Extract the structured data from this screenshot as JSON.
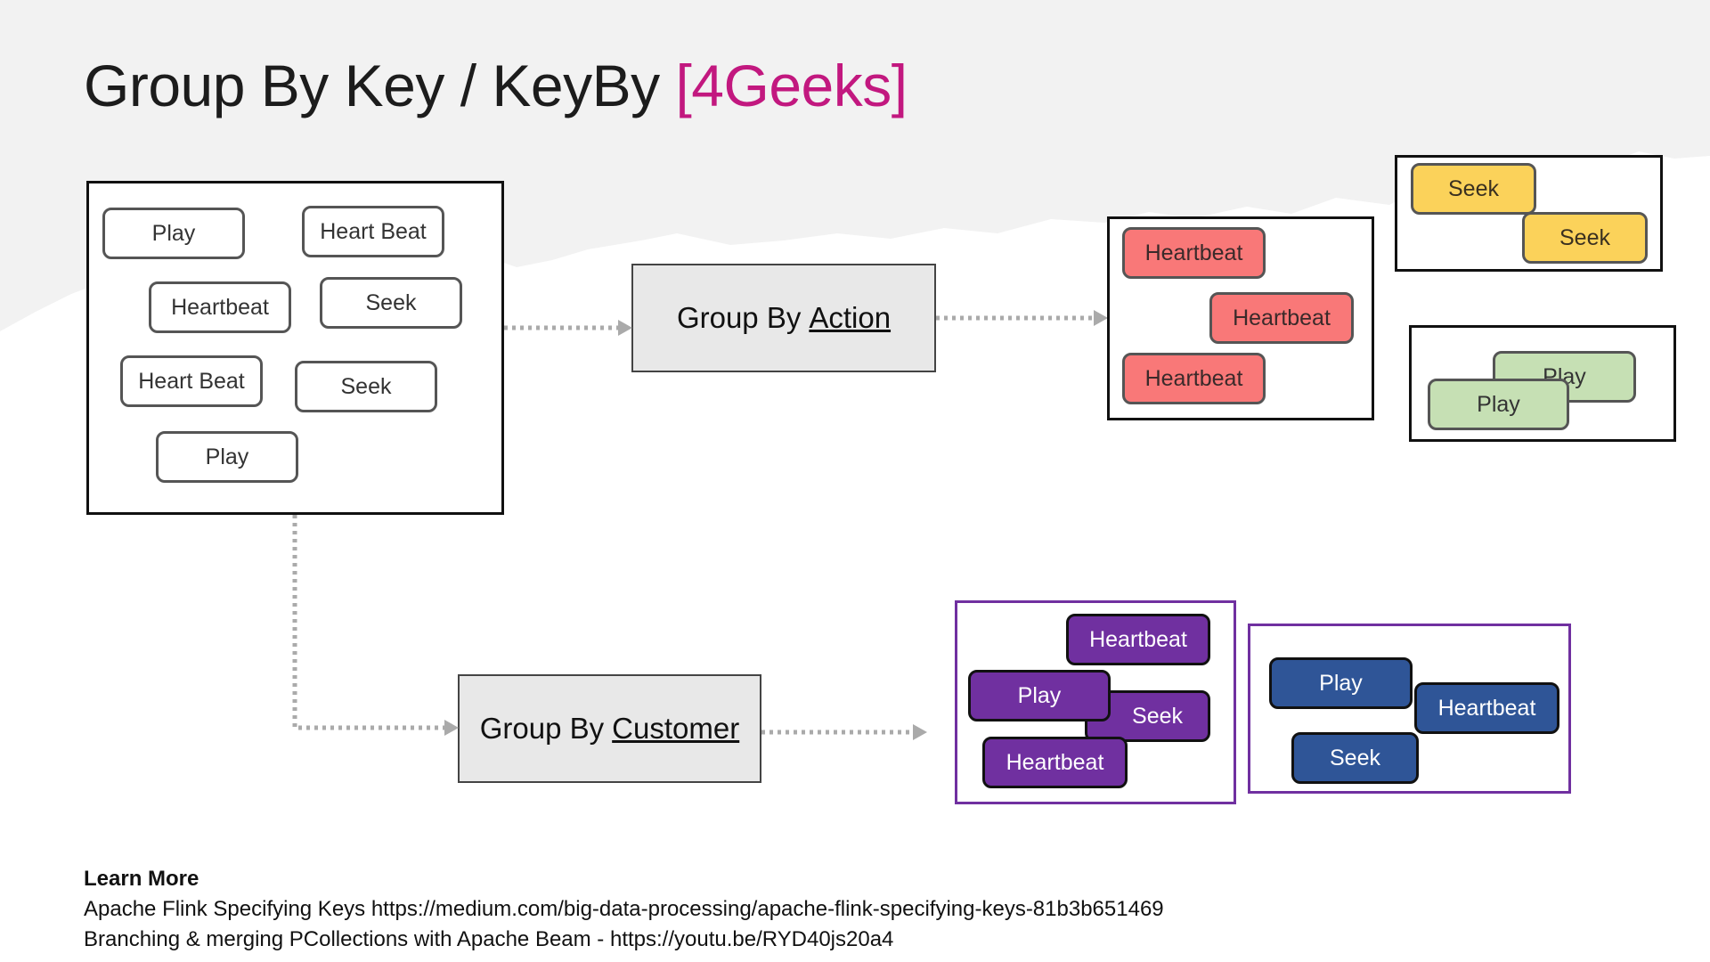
{
  "title": {
    "main": "Group By Key / KeyBy ",
    "highlight": "[4Geeks]"
  },
  "colors": {
    "title_highlight": "#c2187f",
    "heartbeat_group": "#f97878",
    "seek_group": "#fbd25a",
    "play_group": "#c6e0b4",
    "customer_a": "#7030a0",
    "customer_b": "#2f5597",
    "customer_box_border": "#7030a0"
  },
  "source_events": [
    "Play",
    "Heart Beat",
    "Heartbeat",
    "Seek",
    "Heart Beat",
    "Seek",
    "Play"
  ],
  "operations": {
    "by_action": {
      "prefix": "Group By",
      "key": "Action"
    },
    "by_customer": {
      "prefix": "Group By",
      "key": "Customer"
    }
  },
  "action_groups": {
    "heartbeat": [
      "Heartbeat",
      "Heartbeat",
      "Heartbeat"
    ],
    "seek": [
      "Seek",
      "Seek"
    ],
    "play": [
      "Play",
      "Play"
    ]
  },
  "customer_groups": {
    "customer_a": [
      "Heartbeat",
      "Seek",
      "Play",
      "Heartbeat"
    ],
    "customer_b": [
      "Play",
      "Heartbeat",
      "Seek"
    ]
  },
  "learn_more": {
    "title": "Learn More",
    "line1": "Apache Flink Specifying Keys https://medium.com/big-data-processing/apache-flink-specifying-keys-81b3b651469",
    "line2": "Branching & merging PCollections with Apache Beam  - https://youtu.be/RYD40js20a4"
  }
}
